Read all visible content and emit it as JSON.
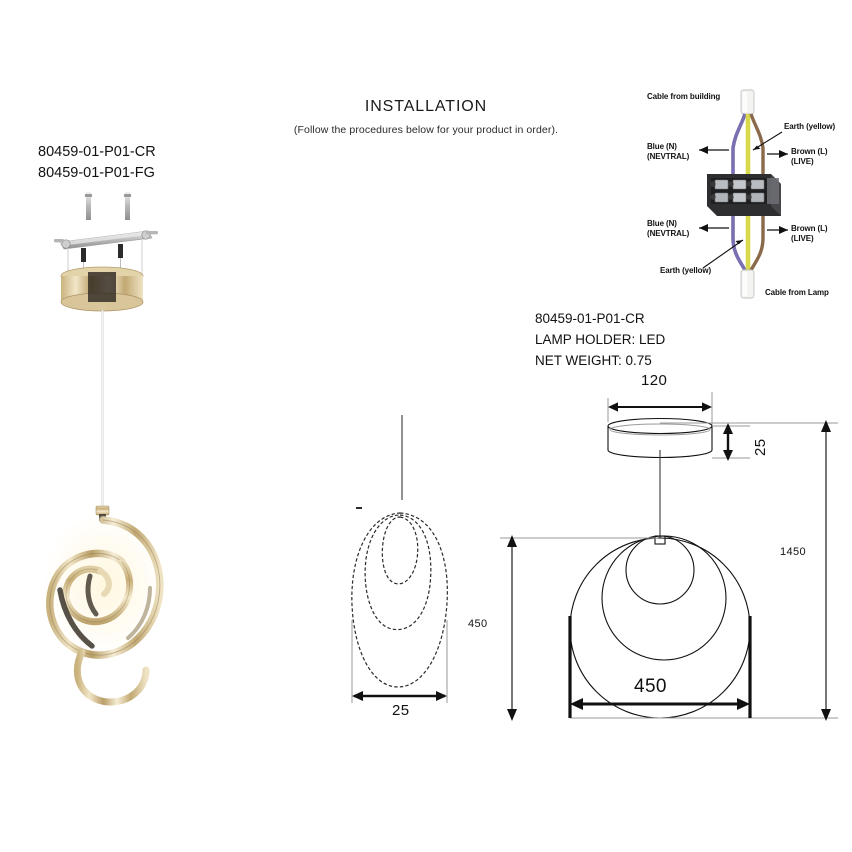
{
  "header": {
    "title": "INSTALLATION",
    "subtitle": "(Follow the procedures below for your product in order)."
  },
  "product_codes": {
    "code_cr": "80459-01-P01-CR",
    "code_fg": "80459-01-P01-FG"
  },
  "specifications": {
    "model": "80459-01-P01-CR",
    "lamp_holder": "LAMP HOLDER: LED",
    "net_weight": "NET WEIGHT: 0.75"
  },
  "wiring_diagram": {
    "top": {
      "source_label": "Cable from building",
      "earth_label": "Earth (yellow)",
      "neutral_label_line1": "Blue (N)",
      "neutral_label_line2": "(NEVTRAL)",
      "live_label": "Brown (L) (LIVE)"
    },
    "bottom": {
      "source_label": "Cable from Lamp",
      "earth_label": "Earth (yellow)",
      "neutral_label_line1": "Blue (N)",
      "neutral_label_line2": "(NEVTRAL)",
      "live_label": "Brown (L) (LIVE)"
    },
    "wire_colors": {
      "earth": "#d8d94a",
      "neutral": "#7a6fb0",
      "live": "#8a6a4a",
      "sheath": "#f2f2f0",
      "terminal_block": "#2e2e30"
    }
  },
  "dimensions": {
    "canopy_width": "120",
    "canopy_height": "25",
    "total_drop": "1450",
    "shade_height": "450",
    "shade_width": "450",
    "side_depth": "25",
    "units": "mm"
  },
  "photo": {
    "alt_bracket": "ceiling-mount-bracket",
    "alt_canopy": "gold-canopy",
    "alt_pendant": "gold-spiral-pendant"
  },
  "views": {
    "side_view_name": "side-elevation",
    "front_view_name": "front-elevation"
  }
}
